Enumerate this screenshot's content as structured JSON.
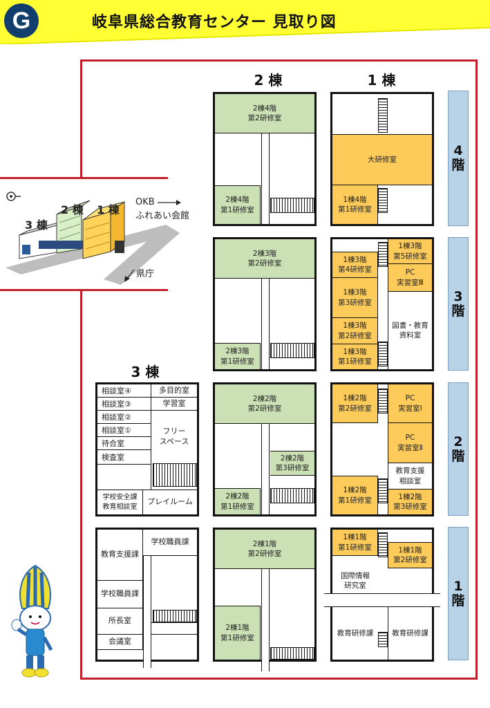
{
  "header": {
    "logo_letter": "G",
    "title": "岐阜県総合教育センター 見取り図"
  },
  "buildings": {
    "b1": "1 棟",
    "b2": "2 棟",
    "b3": "3 棟"
  },
  "floors": {
    "f4": "4\n階",
    "f3": "3\n階",
    "f2": "2\n階",
    "f1": "1\n階"
  },
  "map": {
    "okb": "OKB",
    "fureai": "ふれあい会館",
    "kencho": "県庁",
    "label_b1": "1 棟",
    "label_b2": "2 棟",
    "label_b3": "3 棟"
  },
  "b2_rooms": {
    "f4_r2": "2棟4階\n第2研修室",
    "f4_r1": "2棟4階\n第1研修室",
    "f3_r2": "2棟3階\n第2研修室",
    "f3_r1": "2棟3階\n第1研修室",
    "f2_r2": "2棟2階\n第2研修室",
    "f2_r3": "2棟2階\n第3研修室",
    "f2_r1": "2棟2階\n第1研修室",
    "f1_r2": "2棟1階\n第2研修室",
    "f1_r1": "2棟1階\n第1研修室"
  },
  "b1_rooms": {
    "f4_large": "大研修室",
    "f4_r1": "1棟4階\n第1研修室",
    "f3_r4": "1棟3階\n第4研修室",
    "f3_r5": "1棟3階\n第5研修室",
    "f3_pc3": "PC\n実習室Ⅲ",
    "f3_r3": "1棟3階\n第3研修室",
    "f3_library": "図書・教育\n資料室",
    "f3_r2": "1棟3階\n第2研修室",
    "f3_r1": "1棟3階\n第1研修室",
    "f2_r2": "1棟2階\n第2研修室",
    "f2_pc1": "PC\n実習室Ⅰ",
    "f2_pc2": "PC\n実習室Ⅱ",
    "f2_support": "教育支援\n相談室",
    "f2_r1": "1棟2階\n第1研修室",
    "f2_r3": "1棟2階\n第3研修室",
    "f1_r1": "1棟1階\n第1研修室",
    "f1_r2": "1棟1階\n第2研修室",
    "f1_intl": "国際情報\n研究室",
    "f1_train_a": "教育研修課",
    "f1_train_b": "教育研修課"
  },
  "b3_rooms": {
    "consult4": "相談室④",
    "consult3": "相談室③",
    "consult2": "相談室②",
    "consult1": "相談室①",
    "waiting": "待合室",
    "exam": "検査室",
    "multi": "多目的室",
    "study": "学習室",
    "free": "フリー\nスペース",
    "safety": "学校安全課\n教育相談室",
    "play": "プレイルーム",
    "support_div": "教育支援課",
    "staff_a": "学校職員課",
    "staff_b": "学校職員課",
    "director": "所長室",
    "meeting": "会議室"
  }
}
